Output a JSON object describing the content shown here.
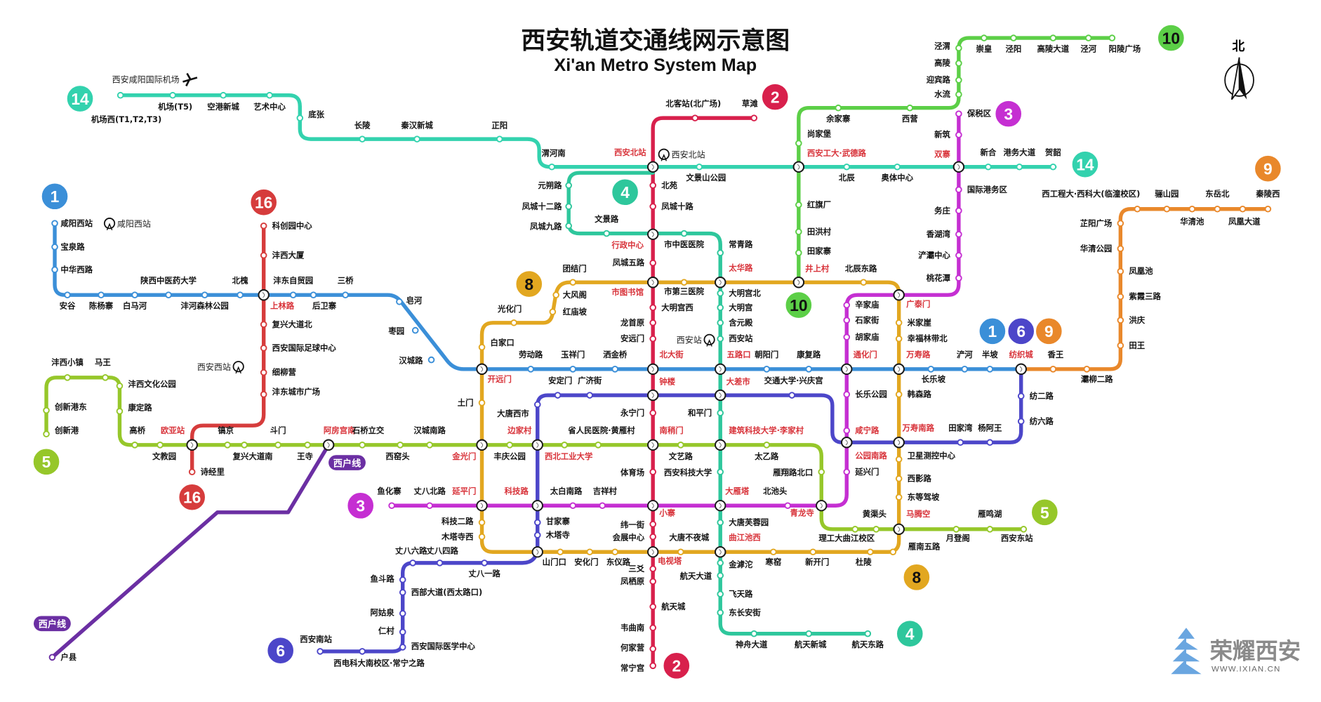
{
  "title": "西安轨道交通线网示意图",
  "subtitle": "Xi'an Metro System Map",
  "compass": "北",
  "logo": {
    "text": "荣耀西安",
    "url": "WWW.IXIAN.CN"
  },
  "landmarks": [
    {
      "name": "西安咸阳国际机场",
      "icon": "airplane-icon"
    },
    {
      "name": "咸阳西站",
      "icon": "railway-station-icon"
    },
    {
      "name": "西安西站",
      "icon": "railway-station-icon"
    },
    {
      "name": "西安北站",
      "icon": "railway-station-icon"
    },
    {
      "name": "西安站",
      "icon": "railway-station-icon"
    }
  ],
  "lines": [
    {
      "number": "1",
      "color": "#3b8fd8",
      "stations": [
        "咸阳西站",
        "宝泉路",
        "中华西路",
        "安谷",
        "陈杨寨",
        "白马河",
        "陕西中医药大学",
        "沣河森林公园",
        "北槐",
        "上林路",
        "沣东自贸园",
        "后卫寨",
        "三桥",
        "皂河",
        "枣园",
        "汉城路",
        "开远门",
        "劳动路",
        "玉祥门",
        "洒金桥",
        "北大街",
        "五路口",
        "朝阳门",
        "康复路",
        "通化门",
        "万寿路",
        "长乐坡",
        "浐河",
        "半坡",
        "纺织城"
      ]
    },
    {
      "number": "2",
      "color": "#d8204c",
      "stations": [
        "草滩",
        "北客站(北广场)",
        "西安北站",
        "北苑",
        "凤城十路",
        "行政中心",
        "凤城五路",
        "市图书馆",
        "大明宫西",
        "龙首原",
        "安远门",
        "钟楼",
        "永宁门",
        "南稍门",
        "体育场",
        "小寨",
        "纬一街",
        "会展中心",
        "三爻",
        "凤栖原",
        "航天城",
        "韦曲南",
        "何家营",
        "常宁宫"
      ]
    },
    {
      "number": "3",
      "color": "#c52fd2",
      "stations": [
        "保税区",
        "新筑",
        "双寨",
        "国际港务区",
        "务庄",
        "香湖湾",
        "浐灞中心",
        "桃花潭",
        "广泰门",
        "辛家庙",
        "石家街",
        "胡家庙",
        "长乐公园",
        "咸宁路",
        "公园南路",
        "延兴门",
        "青龙寺",
        "北池头",
        "大雁塔",
        "吉祥村",
        "太白南路",
        "科技路",
        "延平门",
        "丈八北路",
        "鱼化寨"
      ]
    },
    {
      "number": "4",
      "color": "#2ec79c",
      "stations": [
        "元朔路",
        "凤城十二路",
        "凤城九路",
        "文景路",
        "市中医医院",
        "常青路",
        "太华路",
        "大明宫北",
        "大明宫",
        "含元殿",
        "西安站",
        "大差市",
        "和平门",
        "建筑科技大学·李家村",
        "西安科技大学",
        "大唐芙蓉园",
        "曲江池西",
        "金滹沱",
        "航天大道",
        "飞天路",
        "东长安街",
        "神舟大道",
        "航天新城",
        "航天东路"
      ]
    },
    {
      "number": "5",
      "color": "#96c72a",
      "stations": [
        "创新港",
        "创新港东",
        "沣西小镇",
        "马王",
        "沣西文化公园",
        "康定路",
        "高桥",
        "文教园",
        "欧亚站",
        "镐京",
        "复兴大道南",
        "斗门",
        "王寺",
        "阿房宫南",
        "石桥立交",
        "西窑头",
        "汉城南路",
        "金光门",
        "丰庆公园",
        "边家村",
        "西北工业大学",
        "省人民医院·黄雁村",
        "文艺路",
        "太乙路",
        "雁翔路北口",
        "黄渠头",
        "理工大曲江校区",
        "马腾空",
        "月登阁",
        "雁鸣湖",
        "西安东站"
      ]
    },
    {
      "number": "6",
      "color": "#4c46c9",
      "stations": [
        "纺二路",
        "纺六路",
        "杨阿王",
        "田家湾",
        "万寿南路",
        "交通大学·兴庆宫",
        "广济街",
        "安定门",
        "大唐西市",
        "甘家寨",
        "木塔寺",
        "丈八一路",
        "丈八四路",
        "丈八六路",
        "鱼斗路",
        "西部大道(西太路口)",
        "阿姑泉",
        "仁村",
        "西安国际医学中心",
        "西电科大南校区·常宁之路",
        "西安南站"
      ]
    },
    {
      "number": "8",
      "color": "#e2a720",
      "stations": [
        "白家口",
        "光化门",
        "红庙坡",
        "大风阁",
        "团结门",
        "市第三医院",
        "井上村",
        "北辰东路",
        "米家崖",
        "幸福林带北",
        "韩森路",
        "卫星测控中心",
        "西影路",
        "东等驾坡",
        "雁南五路",
        "杜陵",
        "新开门",
        "寒窑",
        "大唐不夜城",
        "电视塔",
        "东仪路",
        "安化门",
        "山门口",
        "木塔寺西",
        "科技二路",
        "土门"
      ]
    },
    {
      "number": "9",
      "color": "#e9882b",
      "stations": [
        "香王",
        "灞柳二路",
        "田王",
        "洪庆",
        "紫霞三路",
        "凤凰池",
        "华清公园",
        "芷阳广场",
        "西工程大·西科大(临潼校区)",
        "骊山园",
        "华清池",
        "东岳北",
        "凤凰大道",
        "秦陵西"
      ]
    },
    {
      "number": "10",
      "color": "#5ccf47",
      "stations": [
        "田家寨",
        "田洪村",
        "红旗厂",
        "西安工大·武德路",
        "尚家堡",
        "余家寨",
        "西营",
        "水流",
        "迎宾路",
        "高陵",
        "泾渭",
        "崇皇",
        "泾阳",
        "高陵大道",
        "泾河",
        "阳陵广场"
      ]
    },
    {
      "number": "14",
      "color": "#33d2ae",
      "stations": [
        "机场西(T1,T2,T3)",
        "机场(T5)",
        "空港新城",
        "艺术中心",
        "底张",
        "长陵",
        "秦汉新城",
        "正阳",
        "渭河南",
        "文景山公园",
        "北辰",
        "奥体中心",
        "新合",
        "港务大道",
        "贺韶"
      ]
    },
    {
      "number": "16",
      "color": "#d63c3c",
      "stations": [
        "科创园中心",
        "沣西大厦",
        "复兴大道北",
        "西安国际足球中心",
        "细柳营",
        "沣东城市广场",
        "诗经里"
      ]
    },
    {
      "number": "西户线",
      "color": "#6b2fa3",
      "stations": [
        "户县"
      ]
    }
  ]
}
